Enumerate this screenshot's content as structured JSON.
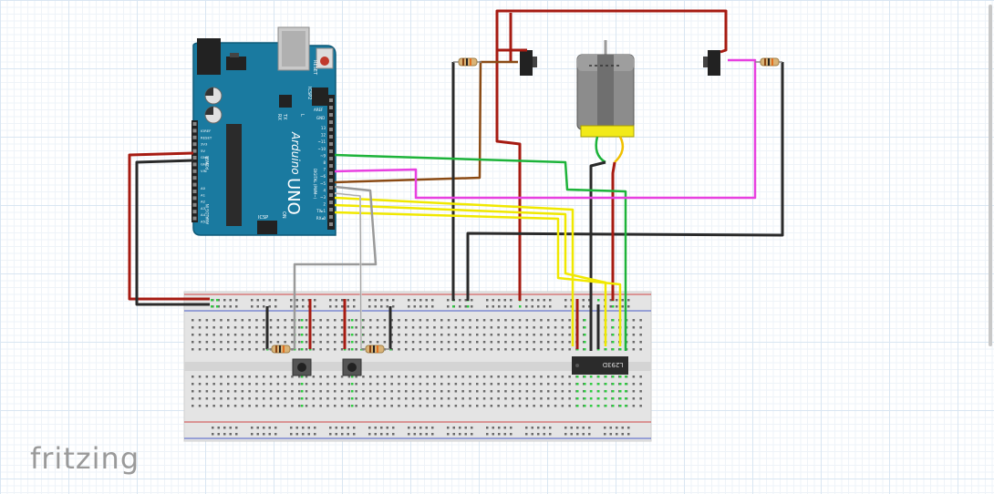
{
  "app": {
    "logo": "fritzing"
  },
  "arduino": {
    "board_name": "UNO",
    "brand": "Arduino",
    "icsp_label": "ICSP",
    "icsp2_label": "ICSP2",
    "reset_label": "RESET",
    "aref_label": "AREF",
    "gnd_label": "GND",
    "tx_label": "TX",
    "rx_label": "RX",
    "l_label": "L",
    "on_label": "ON",
    "digital_label": "DIGITAL (PWM~)",
    "power_label": "POWER",
    "analog_label": "ANALOG IN",
    "power_pins": [
      "IOREF",
      "RESET",
      "3V3",
      "5V",
      "GND",
      "GND",
      "VIN"
    ],
    "analog_pins": [
      "A0",
      "A1",
      "A2",
      "A3",
      "A4",
      "A5"
    ],
    "digital_pins": [
      "13",
      "12",
      "~11",
      "~10",
      "~9",
      "8",
      "7",
      "~6",
      "~5",
      "4",
      "~3",
      "2",
      "TX▸1",
      "RX◂0"
    ]
  },
  "ic": {
    "label": "L293D"
  },
  "colors": {
    "wire_red": "#a61b12",
    "wire_black": "#2a2a2a",
    "wire_green": "#1db33a",
    "wire_yellow": "#f0e800",
    "wire_magenta": "#e840e0",
    "wire_brown": "#8a4a14",
    "wire_gray": "#9a9a9a",
    "arduino_board": "#1a7aa0",
    "breadboard": "#e6e6e6",
    "motor_body": "#8c8c8c",
    "motor_cap": "#f2ea1a"
  }
}
